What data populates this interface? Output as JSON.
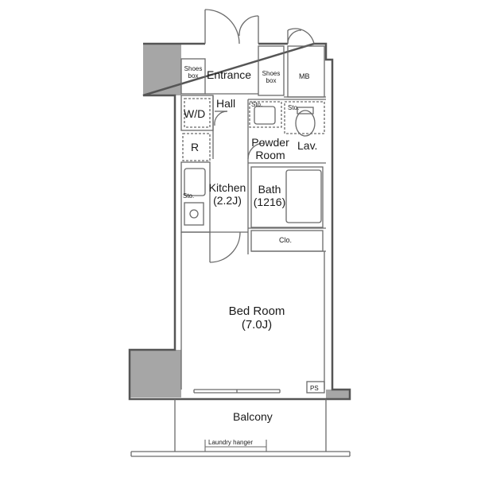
{
  "rooms": {
    "entrance": "Entrance",
    "shoes_box_left": [
      "Shoes",
      "box"
    ],
    "shoes_box_right": [
      "Shoes",
      "box"
    ],
    "mb": "MB",
    "hall": "Hall",
    "wd": "W/D",
    "sto_1": "Sto.",
    "sto_2": "Sto.",
    "sto_3": "Sto.",
    "fridge": "R",
    "powder_room": [
      "Powder",
      "Room"
    ],
    "lav": "Lav.",
    "kitchen": [
      "Kitchen",
      "(2.2J)"
    ],
    "bath": [
      "Bath",
      "(1216)"
    ],
    "clo": "Clo.",
    "bed_room": [
      "Bed Room",
      "(7.0J)"
    ],
    "ps": "PS",
    "balcony": "Balcony",
    "laundry_hanger": "Laundry hanger"
  },
  "colors": {
    "wall": "#555555",
    "pillar": "#a6a6a6",
    "line": "#6a6a6a",
    "text": "#1a1a1a"
  }
}
